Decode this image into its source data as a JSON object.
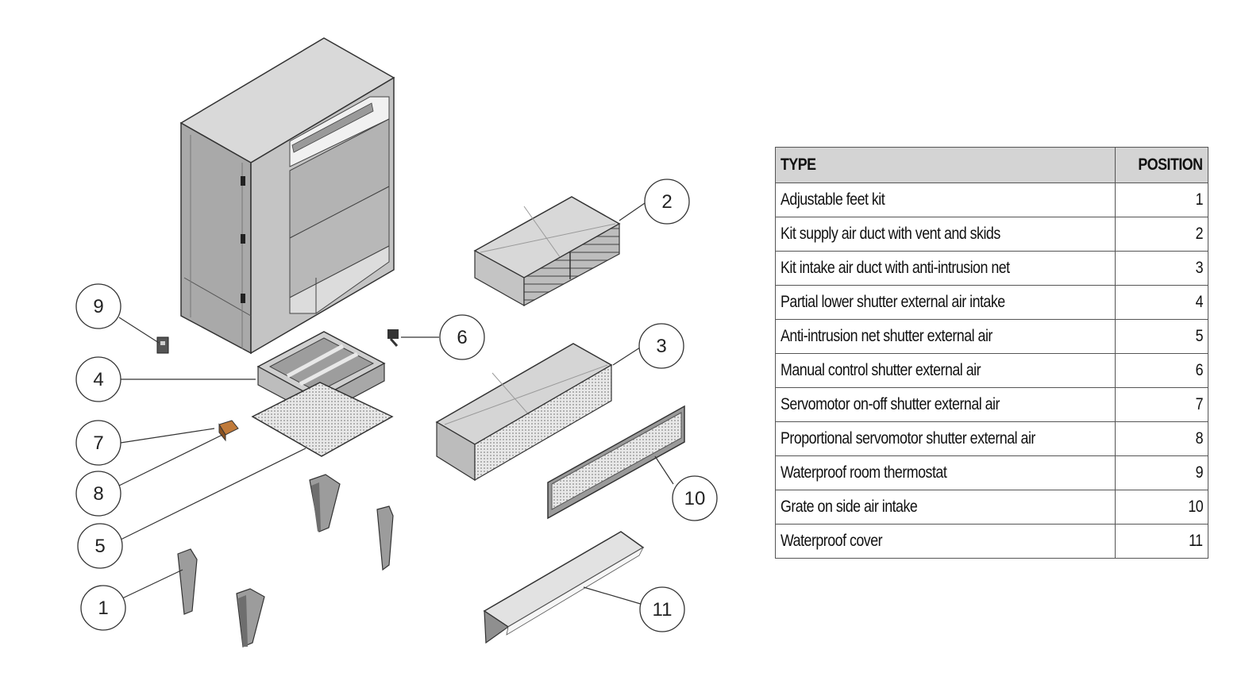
{
  "table": {
    "header": {
      "type": "TYPE",
      "position": "POSITION"
    },
    "rows": [
      {
        "type": "Adjustable feet kit",
        "position": "1"
      },
      {
        "type": "Kit supply air duct with vent and skids",
        "position": "2"
      },
      {
        "type": "Kit intake air duct with anti-intrusion net",
        "position": "3"
      },
      {
        "type": "Partial lower shutter external air intake",
        "position": "4"
      },
      {
        "type": "Anti-intrusion net shutter external air",
        "position": "5"
      },
      {
        "type": "Manual control shutter external air",
        "position": "6"
      },
      {
        "type": "Servomotor on-off shutter external air",
        "position": "7"
      },
      {
        "type": "Proportional servomotor shutter external air",
        "position": "8"
      },
      {
        "type": "Waterproof room thermostat",
        "position": "9"
      },
      {
        "type": "Grate on side air intake",
        "position": "10"
      },
      {
        "type": "Waterproof cover",
        "position": "11"
      }
    ]
  },
  "callouts": [
    "1",
    "2",
    "3",
    "4",
    "5",
    "6",
    "7",
    "8",
    "9",
    "10",
    "11"
  ]
}
